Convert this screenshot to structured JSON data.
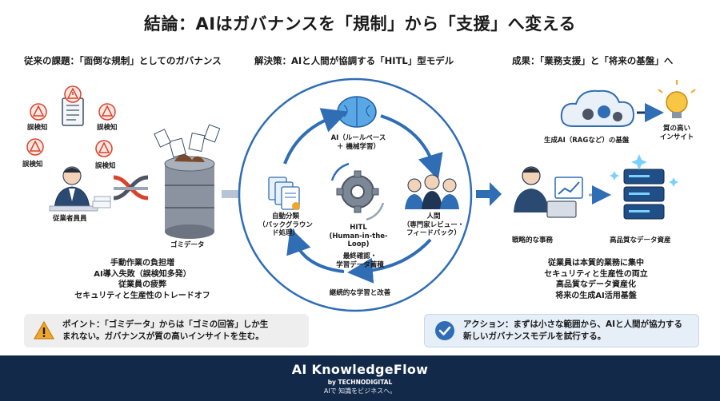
{
  "title": "結論：AIはガバナンスを「規制」から「支援」へ変える",
  "left": {
    "heading": "従来の課題：「面倒な規制」としてのガバナンス",
    "alerts": [
      "誤検知",
      "誤検知",
      "誤検知",
      "誤検知"
    ],
    "worker_label": "従業者員員",
    "data_label": "ゴミデータ",
    "bullets": [
      "手動作業の負担増",
      "AI導入失敗（誤検知多発）",
      "従業員の疲弊",
      "セキュリティと生産性のトレードオフ"
    ]
  },
  "center": {
    "heading": "解決策：AIと人間が協調する「HITL」型モデル",
    "ai_label": "AI（ルールベース\n＋ 機械学習）",
    "auto_label": "自動分類\n（バックグラウン\nド処理）",
    "human_label": "人間\n（専門家レビュー・\nフィードバック）",
    "hitl_label": "HITL\n(Human-in-the-Loop)",
    "confirm_label": "最終確認・\n学習データ蓄積",
    "cycle_label": "継続的な学習と改善"
  },
  "right": {
    "heading": "成果：「業務支援」と「将来の基盤」へ",
    "cloud_label": "生成AI（RAGなど）の基盤",
    "insight_label": "質の高い\nインサイト",
    "strategy_label": "戦略的な事務",
    "asset_label": "高品質なデータ資産",
    "bullets": [
      "従業員は本質的業務に集中",
      "セキュリティと生産性の両立",
      "高品質なデータ資産化",
      "将来の生成AI活用基盤"
    ]
  },
  "callouts": {
    "warning": "ポイント：「ゴミデータ」からは「ゴミの回答」しか生\nまれない。ガバナンスが質の高いインサイトを生む。",
    "action": "アクション：まずは小さな範囲から、AIと人間が協力する\n新しいガバナンスモデルを試行する。"
  },
  "footer": {
    "brand": "AI KnowledgeFlow",
    "by": "by TECHNODIGITAL",
    "tagline": "AIで 知識をビジネスへ。"
  },
  "colors": {
    "navy": "#12294a",
    "blue": "#2f6db5",
    "light_blue": "#dce8f5",
    "alert_red": "#d9432b",
    "brown": "#7a4a2a"
  }
}
